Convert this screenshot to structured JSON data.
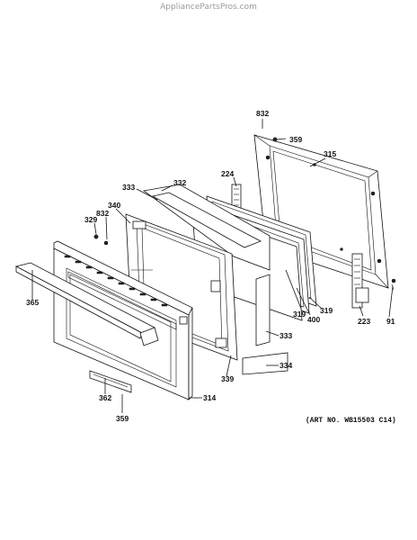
{
  "watermark": "AppliancePartsPros.com",
  "art_number": "(ART NO. WB15503 C14)",
  "callouts": {
    "c832_top": "832",
    "c359_top": "359",
    "c315": "315",
    "c224": "224",
    "c333_top": "333",
    "c332": "332",
    "c340": "340",
    "c832_left": "832",
    "c329": "329",
    "c365": "365",
    "c319_a": "319",
    "c400": "400",
    "c319_b": "319",
    "c223": "223",
    "c91": "91",
    "c333_bot": "333",
    "c334": "334",
    "c339": "339",
    "c362": "362",
    "c314": "314",
    "c359_bot": "359"
  }
}
